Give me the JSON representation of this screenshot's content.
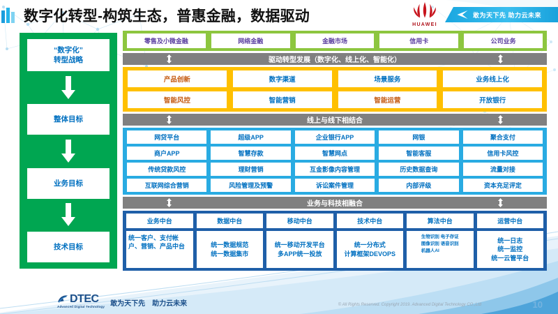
{
  "slide": {
    "title": "数字化转型-构筑生态，普惠金融，数据驱动",
    "page_number": "10",
    "colors": {
      "green_left": "#00a651",
      "green_band": "#8dc63f",
      "orange": "#ffc000",
      "blue": "#29abe2",
      "navy": "#1f5fa8",
      "gray_bar": "#808080",
      "purple_text": "#5b3fa0",
      "blue_text": "#0070c0",
      "orange_text": "#c55a11",
      "huawei_red": "#b0121b"
    }
  },
  "brand": {
    "huawei_wordmark": "HUAWEI",
    "ribbon_text": "敢为天下先 助力云未来"
  },
  "left_column": {
    "items": [
      {
        "label": "“数字化”\n转型战略",
        "line1": "“数字化”",
        "line2": "转型战略"
      },
      {
        "label": "整体目标",
        "line1": "整体目标",
        "line2": ""
      },
      {
        "label": "业务目标",
        "line1": "业务目标",
        "line2": ""
      },
      {
        "label": "技术目标",
        "line1": "技术目标",
        "line2": ""
      }
    ]
  },
  "business_lines": {
    "items": [
      "零售及小微金融",
      "网络金融",
      "金融市场",
      "信用卡",
      "公司业务"
    ]
  },
  "connector_bars": {
    "drive": "驱动转型发展（数字化、线上化、智能化）",
    "online_offline": "线上与线下相结合",
    "fusion": "业务与科技相融合"
  },
  "overall_goals": {
    "row1": [
      "产品创新",
      "数字渠道",
      "场景服务",
      "业务线上化"
    ],
    "row2": [
      "智能风控",
      "智能营销",
      "智能运营",
      "开放银行"
    ]
  },
  "business_goals": {
    "rows": [
      [
        "网贷平台",
        "超级APP",
        "企业银行APP",
        "网银",
        "聚合支付"
      ],
      [
        "商户APP",
        "智慧存款",
        "智慧网点",
        "智能客服",
        "信用卡风控"
      ],
      [
        "传统贷款风控",
        "理财营销",
        "互金影像内容管理",
        "历史数据查询",
        "流量对接"
      ],
      [
        "互联网综合营销",
        "风险管理及预警",
        "诉讼案件管理",
        "内部评级",
        "资本充足评定"
      ]
    ]
  },
  "tech_goals": {
    "columns": [
      {
        "head": "业务中台",
        "body": "统一客户、支付帐户、营销、产品中台",
        "style": "left"
      },
      {
        "head": "数据中台",
        "body": "统一数据规范\n统一数据集市",
        "body_l1": "统一数据规范",
        "body_l2": "统一数据集市",
        "style": "center"
      },
      {
        "head": "移动中台",
        "body_l1": "统一移动开发平台",
        "body_l2": "多APP统一投放",
        "style": "center"
      },
      {
        "head": "技术中台",
        "body_l1": "统一分布式",
        "body_l2": "计算框架DEVOPS",
        "style": "center"
      },
      {
        "head": "算法中台",
        "body_l1": "生物识别 电子存证",
        "body_l2": "图像识别 语音识别",
        "body_l3": "机器人AI",
        "style": "tiny"
      },
      {
        "head": "运营中台",
        "body_l1": "统一日志",
        "body_l2": "统一监控",
        "body_l3": "统一云管平台",
        "style": "center"
      }
    ]
  },
  "footer": {
    "logo_name": "DTEC",
    "logo_sub": "Advanced Digital Technology",
    "slogan": "敢为天下先　助力云未来",
    "copyright": "© All Rights Reserved. Copyright 2019. Advanced Digital Technology CO.,Ltd"
  }
}
